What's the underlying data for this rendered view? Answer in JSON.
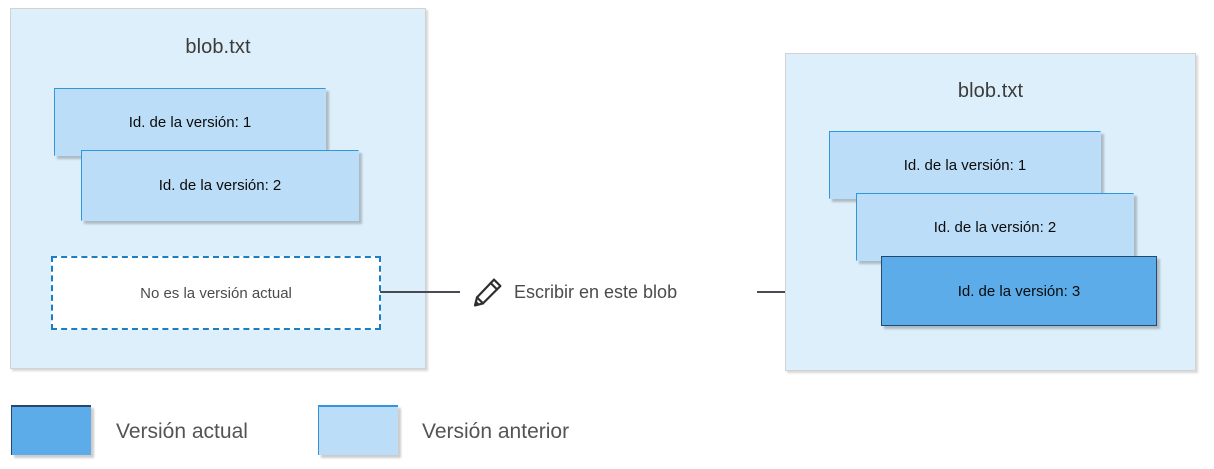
{
  "diagram": {
    "title": "Blob versioning - write to blob",
    "colors": {
      "panel_background": "#ddeffa",
      "previous_version": "#bbddf7",
      "current_version": "#5bace9",
      "previous_border": "#3296dc",
      "current_border": "#26486e",
      "dashed_border": "#1a7fc4",
      "connector": "#4a4a52",
      "text": "#4b4b4b"
    }
  },
  "left_panel": {
    "title": "blob.txt",
    "cards": [
      {
        "label": "Id. de la versión: 1",
        "state": "previous"
      },
      {
        "label": "Id. de la versión: 2",
        "state": "previous"
      }
    ],
    "dashed_note": "No es la versión actual"
  },
  "right_panel": {
    "title": "blob.txt",
    "cards": [
      {
        "label": "Id. de la versión: 1",
        "state": "previous"
      },
      {
        "label": "Id. de la versión: 2",
        "state": "previous"
      },
      {
        "label": "Id. de la versión: 3",
        "state": "current"
      }
    ]
  },
  "middle": {
    "action_label": "Escribir en este blob",
    "icon": "pencil-icon"
  },
  "legend": {
    "items": [
      {
        "label": "Versión actual",
        "swatch": "current"
      },
      {
        "label": "Versión anterior",
        "swatch": "previous"
      }
    ]
  }
}
